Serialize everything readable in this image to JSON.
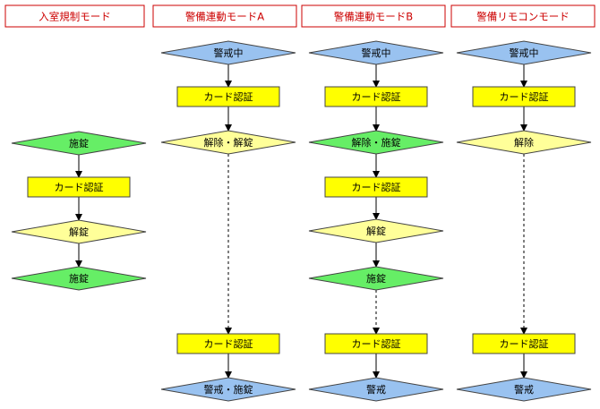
{
  "columns": [
    {
      "key": "nyushitsu",
      "title": "入室規制モード",
      "nodes": [
        {
          "shape": "diamond",
          "color": "green",
          "label": "施錠"
        },
        {
          "shape": "rect",
          "color": "yellow",
          "label": "カード認証"
        },
        {
          "shape": "diamond",
          "color": "yellow",
          "label": "解錠"
        },
        {
          "shape": "diamond",
          "color": "green",
          "label": "施錠"
        }
      ]
    },
    {
      "key": "keibi-a",
      "title": "警備連動モードA",
      "nodes": [
        {
          "shape": "diamond",
          "color": "blue",
          "label": "警戒中"
        },
        {
          "shape": "rect",
          "color": "yellow",
          "label": "カード認証"
        },
        {
          "shape": "diamond",
          "color": "yellow",
          "label": "解除・解錠"
        },
        {
          "shape": "rect",
          "color": "yellow",
          "label": "カード認証"
        },
        {
          "shape": "diamond",
          "color": "blue",
          "label": "警戒・施錠"
        }
      ]
    },
    {
      "key": "keibi-b",
      "title": "警備連動モードB",
      "nodes": [
        {
          "shape": "diamond",
          "color": "blue",
          "label": "警戒中"
        },
        {
          "shape": "rect",
          "color": "yellow",
          "label": "カード認証"
        },
        {
          "shape": "diamond",
          "color": "green",
          "label": "解除・施錠"
        },
        {
          "shape": "rect",
          "color": "yellow",
          "label": "カード認証"
        },
        {
          "shape": "diamond",
          "color": "yellow",
          "label": "解錠"
        },
        {
          "shape": "diamond",
          "color": "green",
          "label": "施錠"
        },
        {
          "shape": "rect",
          "color": "yellow",
          "label": "カード認証"
        },
        {
          "shape": "diamond",
          "color": "blue",
          "label": "警戒"
        }
      ]
    },
    {
      "key": "keibi-remote",
      "title": "警備リモコンモード",
      "nodes": [
        {
          "shape": "diamond",
          "color": "blue",
          "label": "警戒中"
        },
        {
          "shape": "rect",
          "color": "yellow",
          "label": "カード認証"
        },
        {
          "shape": "diamond",
          "color": "yellow",
          "label": "解除"
        },
        {
          "shape": "rect",
          "color": "yellow",
          "label": "カード認証"
        },
        {
          "shape": "diamond",
          "color": "blue",
          "label": "警戒"
        }
      ]
    }
  ],
  "colors": {
    "header_border": "#cc0000",
    "header_text": "#cc0000",
    "green": "#66ee66",
    "yellow": "#ffff00",
    "light_yellow": "#ffff99",
    "blue": "#99c2f0",
    "stroke": "#444444"
  }
}
